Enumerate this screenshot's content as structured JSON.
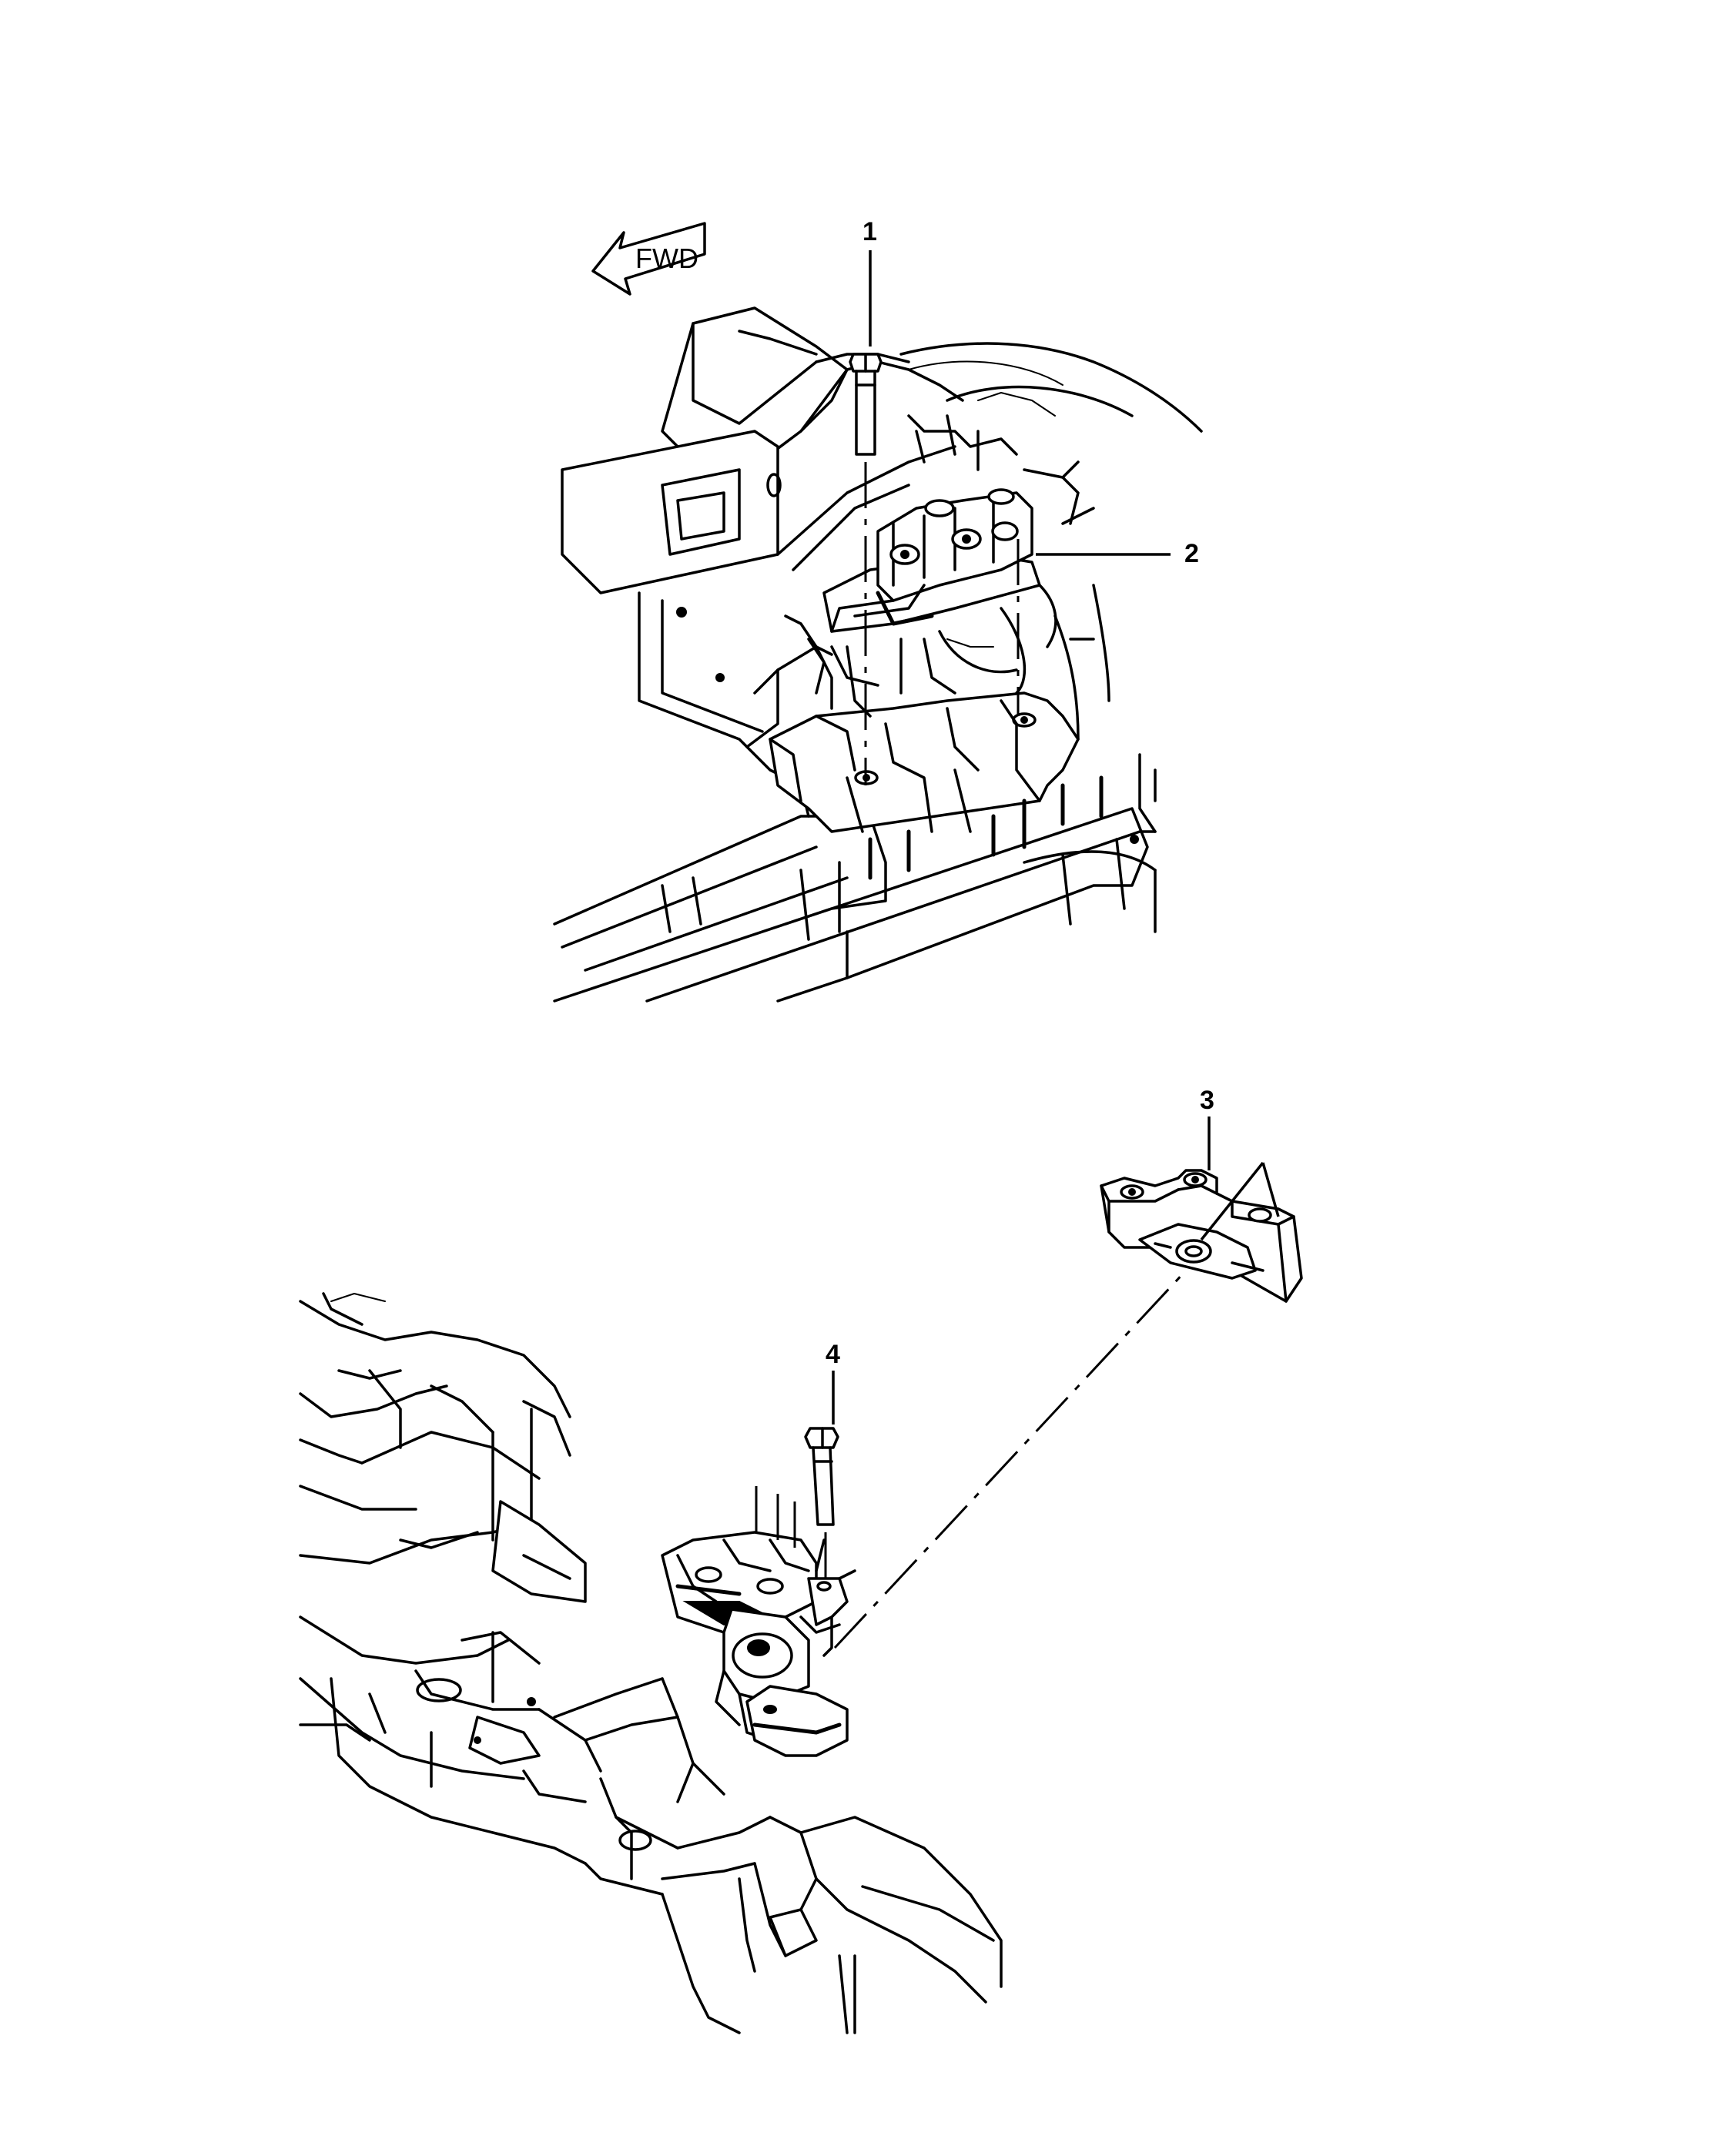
{
  "orientation": {
    "arrow_label": "FWD"
  },
  "callouts": [
    {
      "id": "1",
      "label": "1"
    },
    {
      "id": "2",
      "label": "2"
    },
    {
      "id": "3",
      "label": "3"
    },
    {
      "id": "4",
      "label": "4"
    }
  ],
  "colors": {
    "line": "#000000",
    "background": "#ffffff"
  }
}
